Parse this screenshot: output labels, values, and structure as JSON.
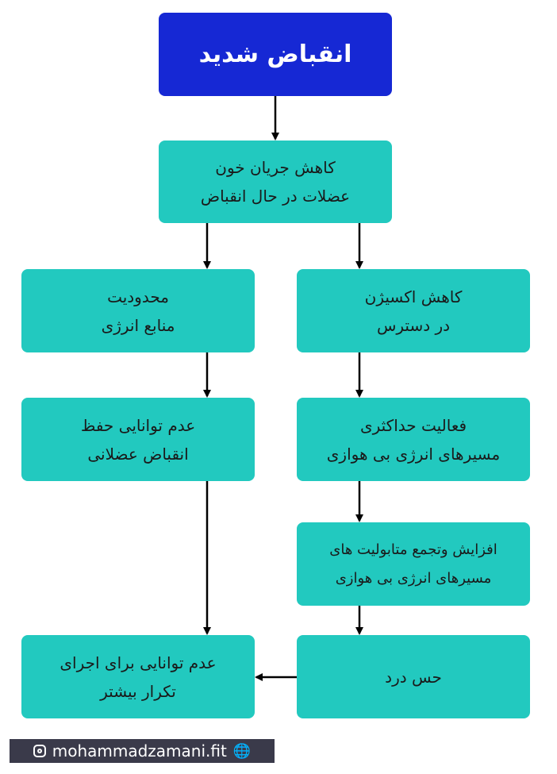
{
  "nodes": {
    "strong_contraction": {
      "lines": [
        "انقباض شدید"
      ]
    },
    "reduced_blood_flow": {
      "lines": [
        "کاهش جریان خون",
        "عضلات در حال انقباض"
      ]
    },
    "limited_energy": {
      "lines": [
        "محدودیت",
        "منابع انرژی"
      ]
    },
    "reduced_oxygen": {
      "lines": [
        "کاهش اکسیژن",
        "در دسترس"
      ]
    },
    "cannot_maintain": {
      "lines": [
        "عدم توانایی حفظ",
        "انقباض عضلانی"
      ]
    },
    "max_anaerobic": {
      "lines": [
        "فعالیت حداکثری",
        "مسیرهای انرژی بی هوازی"
      ]
    },
    "metabolite_accumulation": {
      "lines": [
        "افزایش وتجمع متابولیت های",
        "مسیرهای انرژی بی هوازی"
      ]
    },
    "cannot_repeat": {
      "lines": [
        "عدم توانایی برای اجرای",
        "تکرار بیشتر"
      ]
    },
    "pain": {
      "lines": [
        "حس درد"
      ]
    }
  },
  "footer": {
    "handle": "mohammadzamani.fit"
  },
  "colors": {
    "primary": "#1628d4",
    "node": "#22c9bf",
    "edge": "#000000"
  },
  "icons": {
    "social": "instagram-icon",
    "web": "globe-icon"
  }
}
